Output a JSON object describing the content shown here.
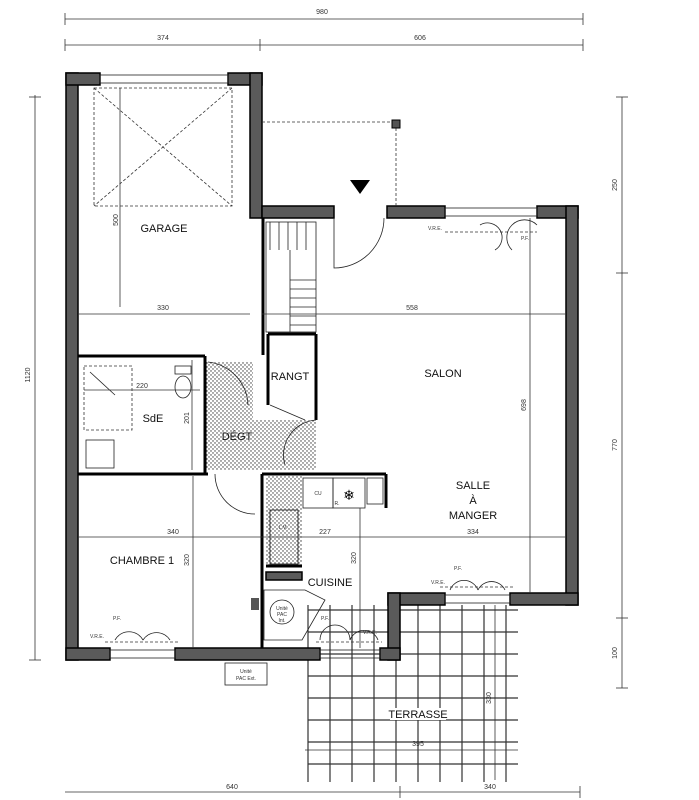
{
  "dimensions": {
    "total_width": "980",
    "left_width": "374",
    "right_width": "606",
    "total_depth": "1120",
    "right_top": "250",
    "right_middle": "770",
    "right_bottom": "100",
    "bottom_left": "640",
    "bottom_right": "340",
    "garage_depth": "500",
    "garage_width": "330",
    "salon_width": "558",
    "sde_width": "220",
    "sde_depth": "201",
    "chambre_width": "340",
    "chambre_depth": "320",
    "cuisine_width": "227",
    "cuisine_depth": "320",
    "sejour_width": "334",
    "sejour_depth": "698",
    "terrasse_width": "395",
    "terrasse_depth": "330"
  },
  "rooms": {
    "garage": "GARAGE",
    "sde": "SdE",
    "degt": "DÉGT",
    "rangt": "RANGT",
    "salon": "SALON",
    "salle_line1": "SALLE",
    "salle_line2": "À",
    "salle_line3": "MANGER",
    "chambre": "CHAMBRE 1",
    "cuisine": "CUISINE",
    "terrasse": "TERRASSE"
  },
  "annotations": {
    "vre": "V.R.E.",
    "pf": "P.F.",
    "cu": "CU",
    "r": "R.",
    "lv": "L.V.",
    "pac_int_1": "Unité",
    "pac_int_2": "PAC",
    "pac_int_3": "Int.",
    "pac_ext_1": "Unité",
    "pac_ext_2": "PAC Ext."
  }
}
